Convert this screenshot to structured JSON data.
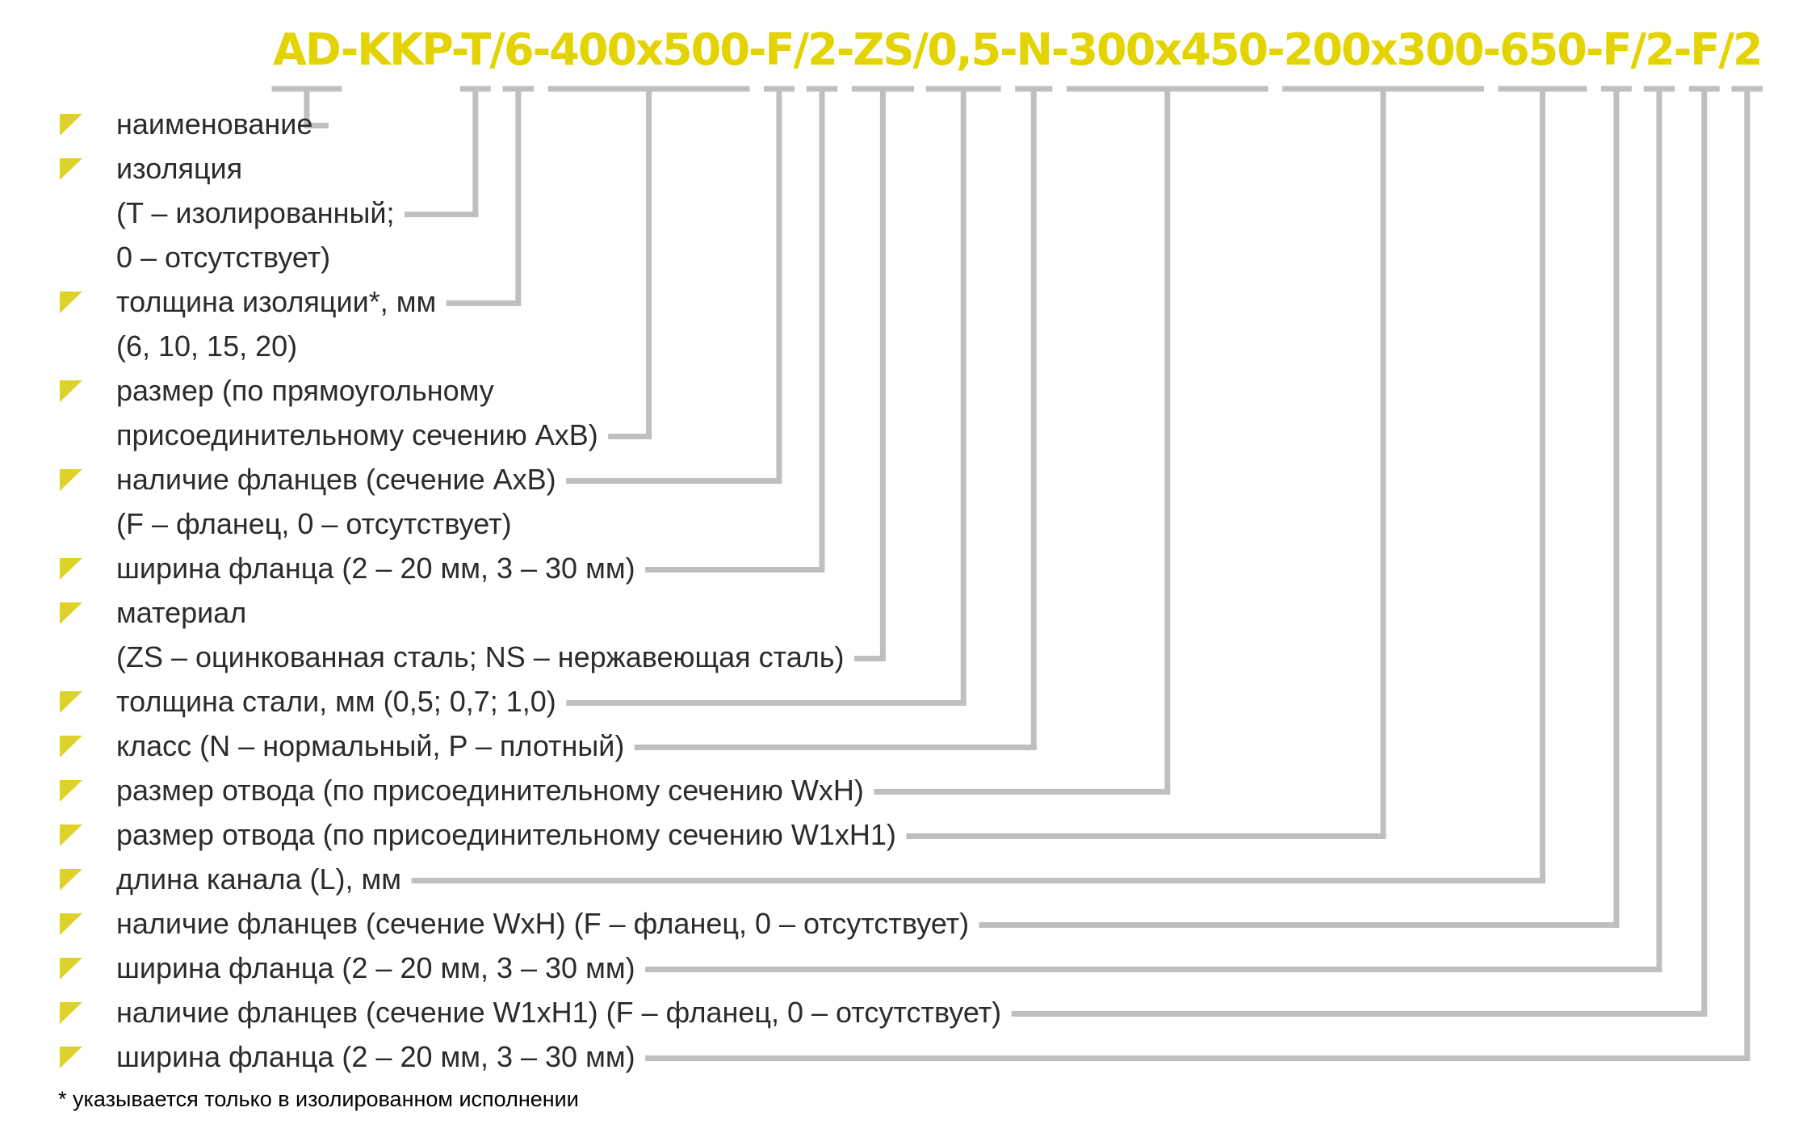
{
  "colors": {
    "accent": "#e3d300",
    "marker": "#ded22a",
    "connector": "#bfbfbf",
    "text": "#2b2b2b"
  },
  "code": {
    "segments": [
      "AD",
      "-",
      "KKP",
      "-",
      "T",
      "/",
      "6",
      "-",
      "400x500",
      "-",
      "F",
      "/",
      "2",
      "-",
      "ZS",
      "/",
      "0,5",
      "-",
      "N",
      "-",
      "300x450",
      "-",
      "200x300",
      "-",
      "650",
      "-",
      "F",
      "/",
      "2",
      "-",
      "F",
      "/",
      "2"
    ]
  },
  "items": [
    {
      "lines": [
        "наименование"
      ],
      "segment": 0
    },
    {
      "lines": [
        "изоляция",
        "(T – изолированный;",
        "0 – отсутствует)"
      ],
      "segment": 4
    },
    {
      "lines": [
        "толщина изоляции*, мм",
        "(6, 10, 15, 20)"
      ],
      "segment": 6
    },
    {
      "lines": [
        "размер (по прямоугольному",
        "присоединительному сечению AxB)"
      ],
      "segment": 8
    },
    {
      "lines": [
        "наличие фланцев (сечение AxB)",
        "(F – фланец, 0 – отсутствует)"
      ],
      "segment": 10
    },
    {
      "lines": [
        "ширина фланца (2 – 20 мм, 3 – 30 мм)"
      ],
      "segment": 12
    },
    {
      "lines": [
        "материал",
        "(ZS – оцинкованная сталь; NS – нержавеющая сталь)"
      ],
      "segment": 14
    },
    {
      "lines": [
        "толщина стали, мм (0,5; 0,7; 1,0)"
      ],
      "segment": 16
    },
    {
      "lines": [
        "класс (N – нормальный, P – плотный)"
      ],
      "segment": 18
    },
    {
      "lines": [
        "размер отвода (по присоединительному сечению WxH)"
      ],
      "segment": 20
    },
    {
      "lines": [
        "размер отвода (по присоединительному сечению W1xH1)"
      ],
      "segment": 22
    },
    {
      "lines": [
        "длина канала (L), мм"
      ],
      "segment": 24
    },
    {
      "lines": [
        "наличие фланцев (сечение WxH) (F – фланец, 0 – отсутствует)"
      ],
      "segment": 26
    },
    {
      "lines": [
        "ширина фланца (2 – 20 мм, 3 – 30 мм)"
      ],
      "segment": 28
    },
    {
      "lines": [
        "наличие фланцев (сечение W1xH1) (F – фланец, 0 – отсутствует)"
      ],
      "segment": 30
    },
    {
      "lines": [
        "ширина фланца (2 – 20 мм, 3 – 30 мм)"
      ],
      "segment": 32
    }
  ],
  "footnote": "* указывается только в изолированном исполнении"
}
